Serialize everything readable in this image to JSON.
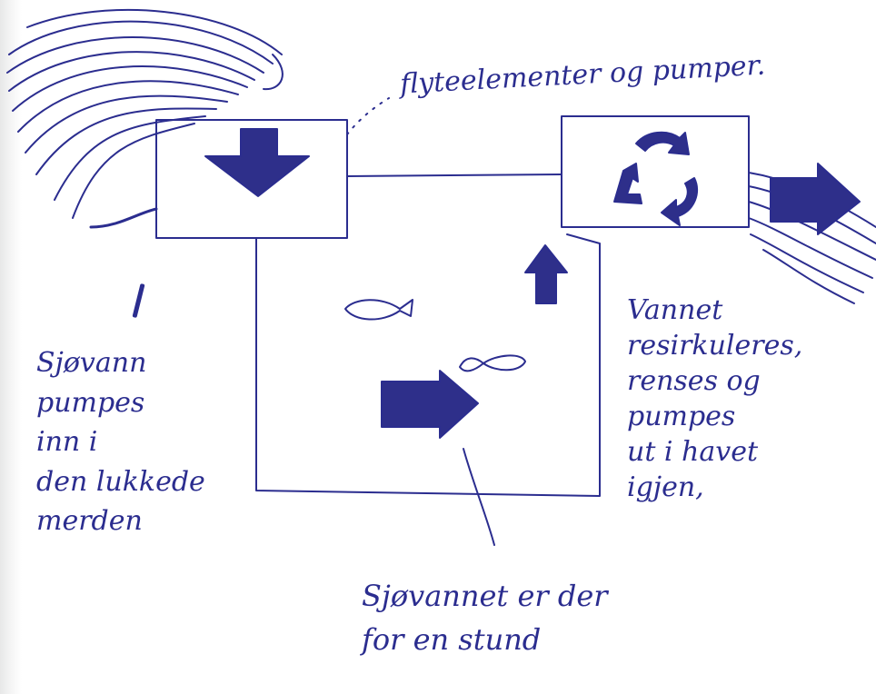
{
  "annotations": {
    "top": "flyteelementer og pumper.",
    "left": [
      "Sjøvann",
      "pumpes",
      "inn i",
      "den lukkede",
      "merden"
    ],
    "right": [
      "Vannet",
      "resirkuleres,",
      "renses og",
      "pumpes",
      "ut i havet",
      "igjen,"
    ],
    "bottom": [
      "Sjøvannet er der",
      "for en stund"
    ]
  },
  "icons": {
    "inlet": "down-arrow-icon",
    "treatment": "recycle-icon",
    "outflow": "right-arrow-icon",
    "up": "up-arrow-icon",
    "flow": "right-arrow-icon",
    "fish": "fish-icon"
  },
  "colors": {
    "ink": "#2b2d8f",
    "fill": "#2e2f8a"
  }
}
